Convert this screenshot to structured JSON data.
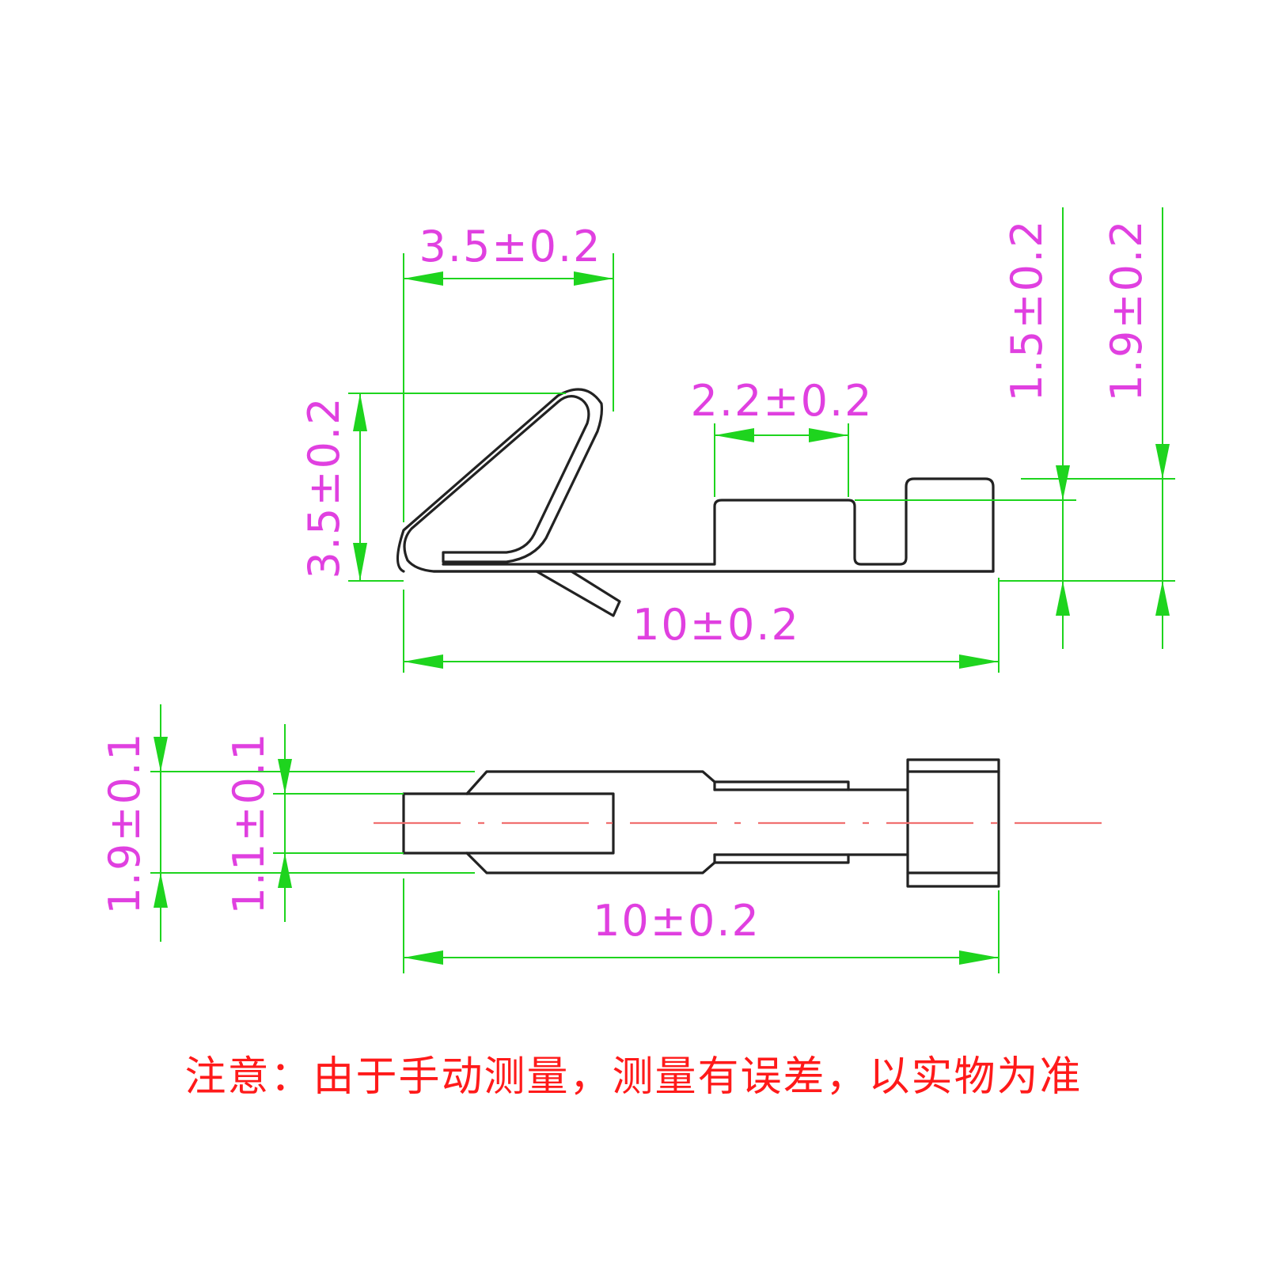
{
  "colors": {
    "outline": "#222222",
    "dimension_line": "#1ed41e",
    "dimension_text": "#e040e0",
    "center_line": "#f07070",
    "note_text": "#ff1a1a"
  },
  "side_view": {
    "dims": {
      "hook_width": "3.5±0.2",
      "hook_height": "3.5±0.2",
      "slot_width": "2.2±0.2",
      "total_length": "10±0.2",
      "step_height_1": "1.5±0.2",
      "step_height_2": "1.9±0.2"
    }
  },
  "top_view": {
    "dims": {
      "outer_width": "1.9±0.1",
      "inner_width": "1.1±0.1",
      "total_length": "10±0.2"
    }
  },
  "note": "注意：由于手动测量，测量有误差，以实物为准"
}
